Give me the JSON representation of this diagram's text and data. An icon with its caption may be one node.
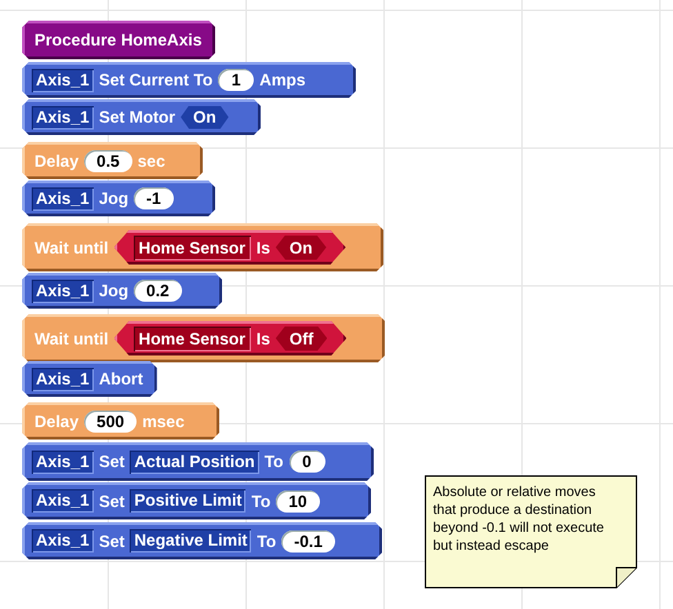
{
  "diagram": {
    "nodes": [
      {
        "text": [
          "Procedure HomeAxis"
        ]
      },
      {
        "text": [
          "Set Current To",
          "Amps"
        ]
      },
      {
        "text": [
          "Axis_1"
        ],
        "in": 1
      },
      {
        "text": [
          "1"
        ],
        "in": 1
      },
      {
        "text": [
          "Set Motor"
        ]
      },
      {
        "text": [
          "Axis_1"
        ],
        "in": 4
      },
      {
        "text": [
          "On"
        ],
        "in": 4
      },
      {
        "text": [
          "Delay",
          "sec"
        ]
      },
      {
        "text": [
          "0.5"
        ],
        "in": 7
      },
      {
        "text": [
          "Jog"
        ]
      },
      {
        "text": [
          "Axis_1"
        ],
        "in": 9
      },
      {
        "text": [
          "-1"
        ],
        "in": 9
      },
      {
        "text": [
          "Wait until"
        ]
      },
      {
        "text": [
          "Is"
        ],
        "in": 12
      },
      {
        "text": [
          "Home Sensor"
        ],
        "in": 13
      },
      {
        "text": [
          "On"
        ],
        "in": 13
      },
      {
        "text": [
          "Jog"
        ]
      },
      {
        "text": [
          "Axis_1"
        ],
        "in": 16
      },
      {
        "text": [
          "0.2"
        ],
        "in": 16
      },
      {
        "text": [
          "Wait until"
        ]
      },
      {
        "text": [
          "Is"
        ],
        "in": 19
      },
      {
        "text": [
          "Home Sensor"
        ],
        "in": 20
      },
      {
        "text": [
          "Off"
        ],
        "in": 20
      },
      {
        "text": [
          "Abort"
        ]
      },
      {
        "text": [
          "Axis_1"
        ],
        "in": 23
      },
      {
        "text": [
          "Delay",
          "msec"
        ]
      },
      {
        "text": [
          "500"
        ],
        "in": 25
      },
      {
        "text": [
          "Set",
          "To"
        ]
      },
      {
        "text": [
          "Axis_1"
        ],
        "in": 27
      },
      {
        "text": [
          "Actual Position"
        ],
        "in": 27
      },
      {
        "text": [
          "0"
        ],
        "in": 27
      },
      {
        "text": [
          "Set",
          "To"
        ]
      },
      {
        "text": [
          "Axis_1"
        ],
        "in": 31
      },
      {
        "text": [
          "Positive Limit"
        ],
        "in": 31
      },
      {
        "text": [
          "10"
        ],
        "in": 31
      },
      {
        "text": [
          "Set",
          "To"
        ]
      },
      {
        "text": [
          "Axis_1"
        ],
        "in": 35
      },
      {
        "text": [
          "Negative Limit"
        ],
        "in": 35
      },
      {
        "text": [
          "-0.1"
        ],
        "in": 35
      },
      {
        "text": [
          "Absolute or relative moves that produce a destination beyond -0.1 will not execute but instead escape"
        ]
      }
    ]
  }
}
